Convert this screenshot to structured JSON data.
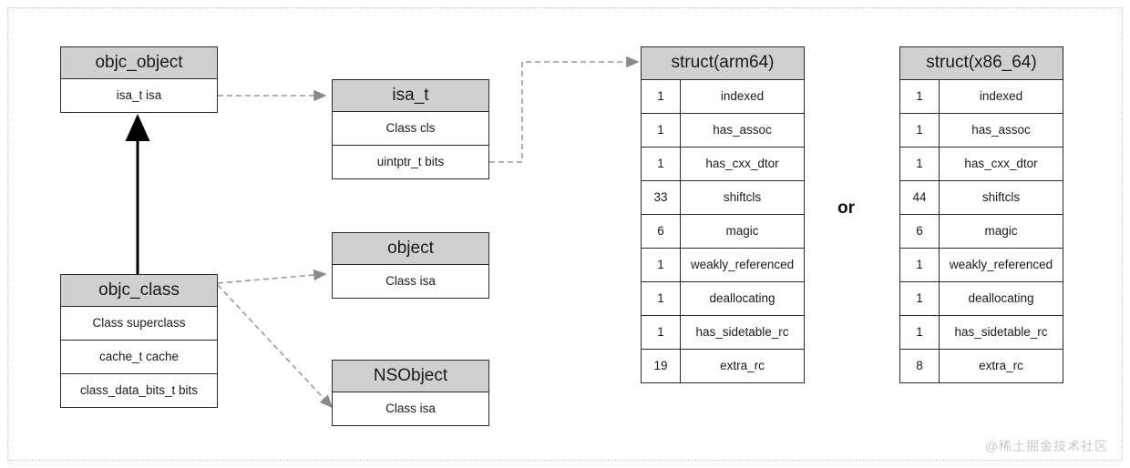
{
  "diagram": {
    "watermark": "@稀土掘金技术社区",
    "or_label": "or",
    "classes": {
      "objc_object": {
        "title": "objc_object",
        "rows": [
          "isa_t isa"
        ]
      },
      "objc_class": {
        "title": "objc_class",
        "rows": [
          "Class superclass",
          "cache_t cache",
          "class_data_bits_t bits"
        ]
      },
      "isa_t": {
        "title": "isa_t",
        "rows": [
          "Class cls",
          "uintptr_t bits"
        ]
      },
      "object": {
        "title": "object",
        "rows": [
          "Class isa"
        ]
      },
      "nsobject": {
        "title": "NSObject",
        "rows": [
          "Class isa"
        ]
      }
    },
    "structs": [
      {
        "title": "struct(arm64)",
        "fields": [
          {
            "bits": "1",
            "name": "indexed"
          },
          {
            "bits": "1",
            "name": "has_assoc"
          },
          {
            "bits": "1",
            "name": "has_cxx_dtor"
          },
          {
            "bits": "33",
            "name": "shiftcls"
          },
          {
            "bits": "6",
            "name": "magic"
          },
          {
            "bits": "1",
            "name": "weakly_referenced"
          },
          {
            "bits": "1",
            "name": "deallocating"
          },
          {
            "bits": "1",
            "name": "has_sidetable_rc"
          },
          {
            "bits": "19",
            "name": "extra_rc"
          }
        ]
      },
      {
        "title": "struct(x86_64)",
        "fields": [
          {
            "bits": "1",
            "name": "indexed"
          },
          {
            "bits": "1",
            "name": "has_assoc"
          },
          {
            "bits": "1",
            "name": "has_cxx_dtor"
          },
          {
            "bits": "44",
            "name": "shiftcls"
          },
          {
            "bits": "6",
            "name": "magic"
          },
          {
            "bits": "1",
            "name": "weakly_referenced"
          },
          {
            "bits": "1",
            "name": "deallocating"
          },
          {
            "bits": "1",
            "name": "has_sidetable_rc"
          },
          {
            "bits": "8",
            "name": "extra_rc"
          }
        ]
      }
    ],
    "colors": {
      "header_fill": "#d0d0d0",
      "stroke": "#2b2b2b",
      "dashed_connector": "#9a9a9a",
      "solid_connector": "#000000"
    }
  }
}
